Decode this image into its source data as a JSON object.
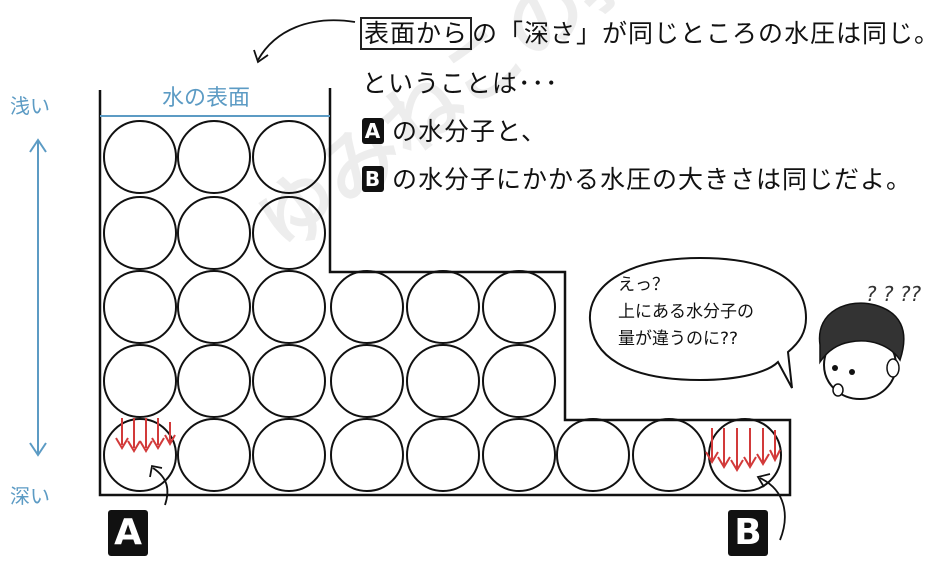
{
  "headline": {
    "boxed": "表面から",
    "rest": "の「深さ」が同じところの水圧は同じ。"
  },
  "line2": "ということは･･･",
  "line3": {
    "badge": "A",
    "text": "の水分子と、"
  },
  "line4": {
    "badge": "B",
    "text": "の水分子にかかる水圧の大きさは同じだよ。"
  },
  "water_surface_label": "水の表面",
  "shallow_label": "浅い",
  "deep_label": "深い",
  "marker_a": "A",
  "marker_b": "B",
  "speech_bubble": {
    "line1": "えっ？",
    "line2": "上にある水分子の",
    "line3": "量が違うのに??"
  },
  "confusion_marks": "? ? ??",
  "watermark": "ゆみねこの教科書",
  "colors": {
    "blue": "#5c9bc4",
    "arrow_red": "#d23a3a",
    "ink": "#111111"
  }
}
